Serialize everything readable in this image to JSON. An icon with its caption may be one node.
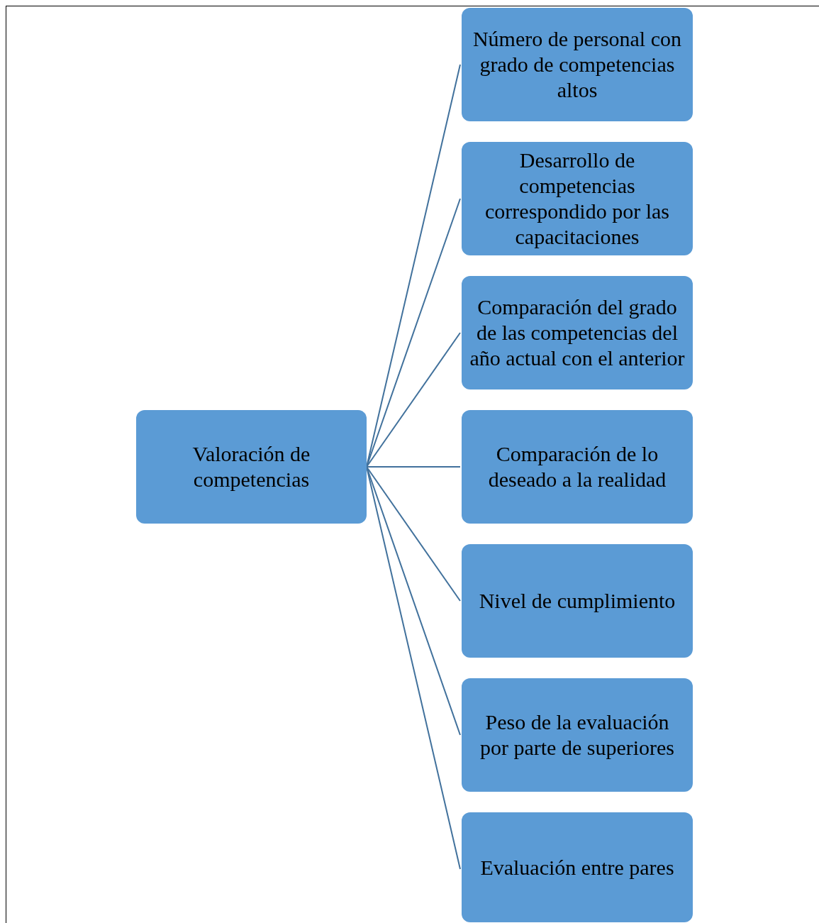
{
  "diagram": {
    "nodes": [
      {
        "text": [
          "Valoración de competencias"
        ]
      },
      {
        "text": [
          "Número de personal con grado de competencias altos"
        ]
      },
      {
        "text": [
          "Desarrollo de competencias correspondido por las capacitaciones"
        ]
      },
      {
        "text": [
          "Comparación del grado de las competencias del año actual con el anterior"
        ]
      },
      {
        "text": [
          "Comparación de lo deseado a la realidad"
        ]
      },
      {
        "text": [
          "Nivel de cumplimiento"
        ]
      },
      {
        "text": [
          "Peso de la evaluación por parte de superiores"
        ]
      },
      {
        "text": [
          "Evaluación entre pares"
        ]
      }
    ],
    "edges": [
      {
        "from": 0,
        "to": 1,
        "arrow": "none"
      },
      {
        "from": 0,
        "to": 2,
        "arrow": "none"
      },
      {
        "from": 0,
        "to": 3,
        "arrow": "none"
      },
      {
        "from": 0,
        "to": 4,
        "arrow": "none"
      },
      {
        "from": 0,
        "to": 5,
        "arrow": "none"
      },
      {
        "from": 0,
        "to": 6,
        "arrow": "none"
      },
      {
        "from": 0,
        "to": 7,
        "arrow": "none"
      }
    ]
  }
}
